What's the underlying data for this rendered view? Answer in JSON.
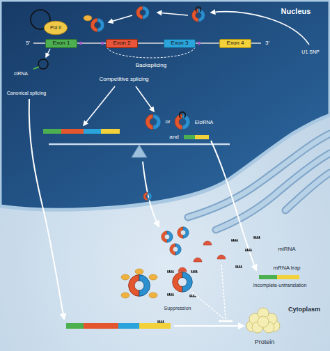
{
  "diagram": {
    "nodes": [
      {
        "text": [
          "Pol II"
        ]
      },
      {
        "text": [
          "Exon 1"
        ]
      },
      {
        "text": [
          "Exon 2"
        ]
      },
      {
        "text": [
          "Exon 3"
        ]
      },
      {
        "text": [
          "Exon 4"
        ]
      }
    ],
    "labels": [
      "Nucleus",
      "5'",
      "3'",
      "U1 SNP",
      "Backsplicing",
      "ciRNA",
      "Canonical splicing",
      "Competitive splicing",
      "or",
      "EIciRNA",
      "and",
      "mRNA trap",
      "Incomplete-untranslation",
      "miRNA",
      "Suppression",
      "Cytoplasm",
      "Protein"
    ]
  }
}
